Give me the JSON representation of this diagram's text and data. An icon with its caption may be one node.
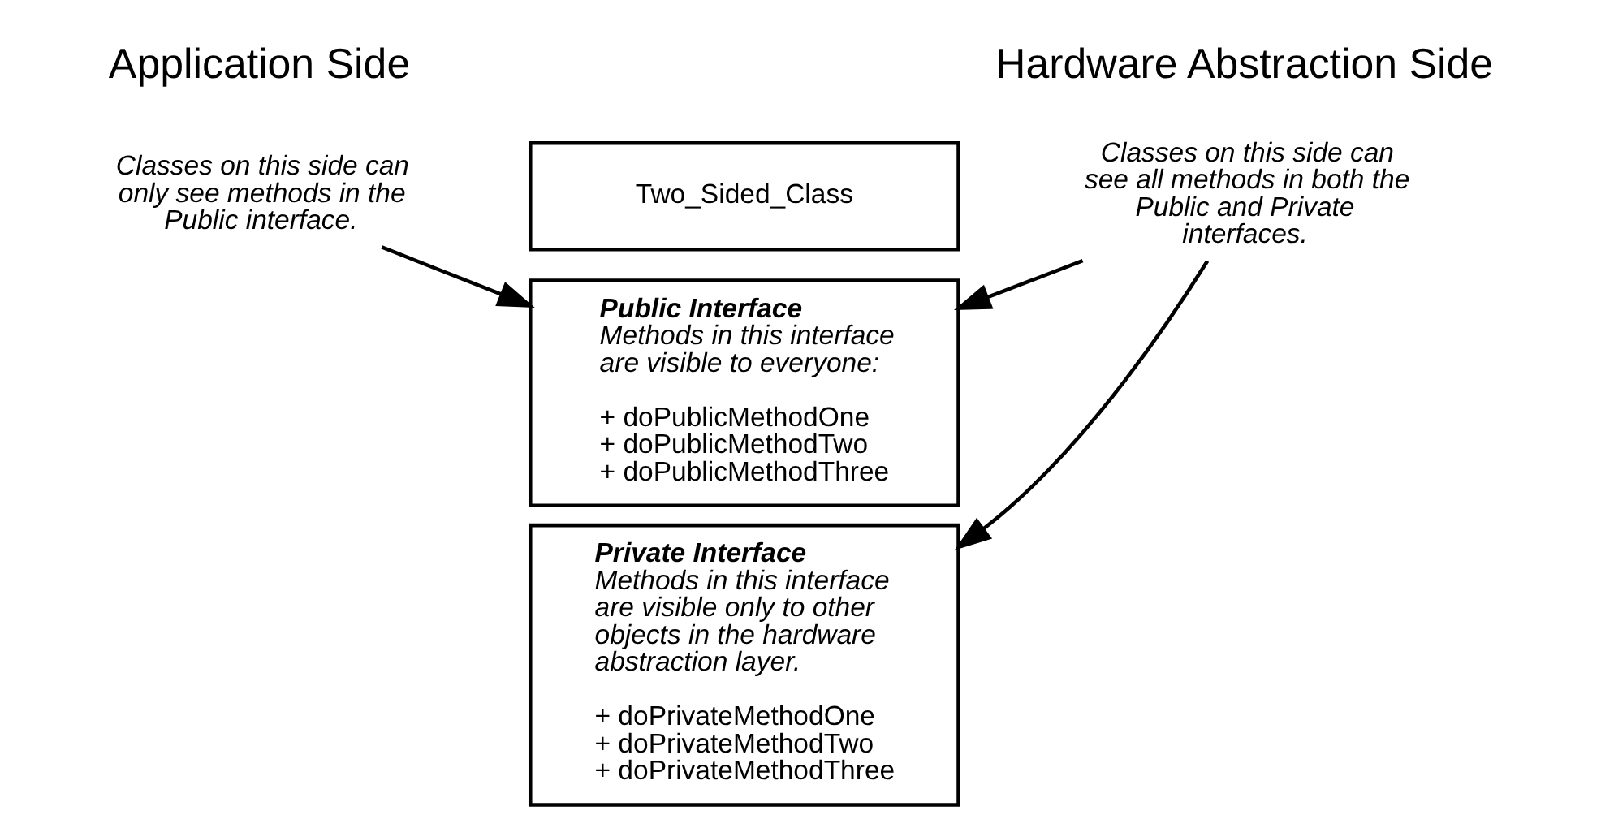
{
  "diagram": {
    "nodes": [
      {
        "text": [
          "Two_Sided_Class"
        ]
      },
      {
        "text": [
          "Public Interface",
          "Methods in this interface are visible to everyone:",
          "+ doPublicMethodOne",
          "+ doPublicMethodTwo",
          "+ doPublicMethodThree"
        ]
      },
      {
        "text": [
          "Private Interface",
          "Methods in this interface are visible only to other objects in the hardware abstraction layer.",
          "+ doPrivateMethodOne",
          "+ doPrivateMethodTwo",
          "+ doPrivateMethodThree"
        ]
      },
      {
        "text": [
          "Classes on this side can only see methods in the Public interface."
        ]
      },
      {
        "text": [
          "Classes on this side can see all methods in both the Public and Private interfaces."
        ]
      }
    ],
    "edges": [
      {
        "from": 3,
        "to": 1,
        "arrow": "to"
      },
      {
        "from": 4,
        "to": 1,
        "arrow": "to"
      },
      {
        "from": 4,
        "to": 2,
        "arrow": "to"
      }
    ],
    "labels": [
      "Application Side",
      "Hardware Abstraction Side"
    ]
  }
}
